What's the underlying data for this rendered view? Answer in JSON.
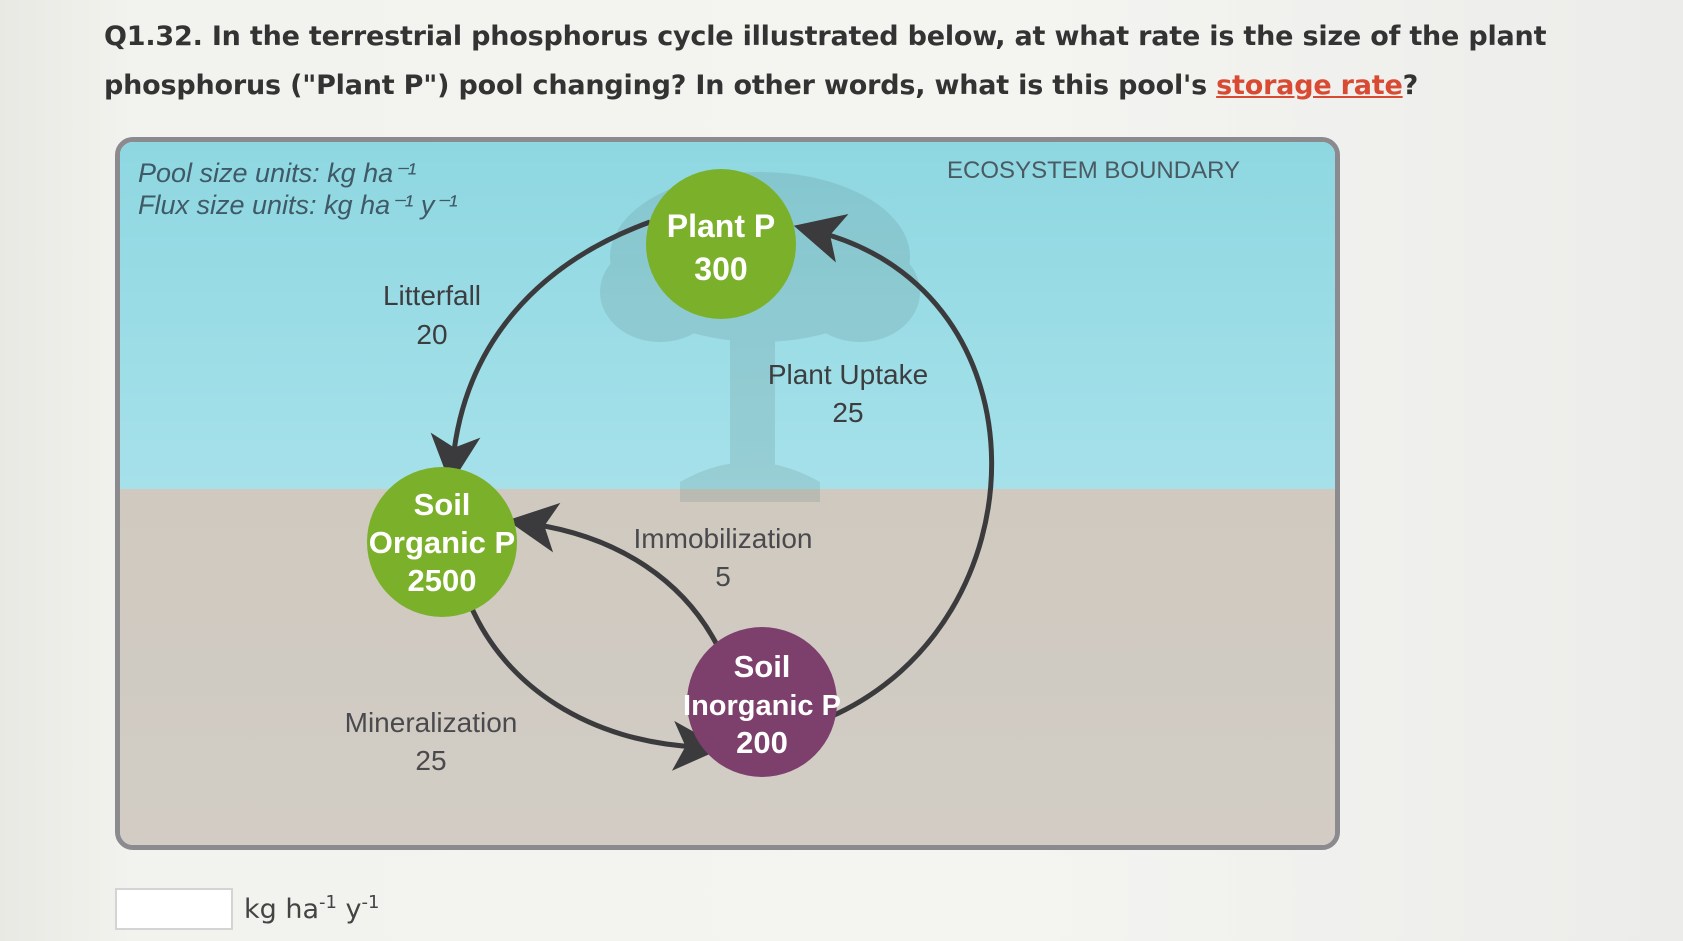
{
  "question": {
    "text_before": "Q1.32. In the terrestrial phosphorus cycle illustrated below, at what rate is the size of the plant phosphorus (\"Plant P\") pool changing? In other words, what is this pool's ",
    "link_text": "storage rate",
    "text_after": "?"
  },
  "diagram": {
    "units_pool": "Pool size units: kg ha⁻¹",
    "units_flux": "Flux size units: kg ha⁻¹ y⁻¹",
    "boundary_label": "ECOSYSTEM BOUNDARY",
    "pools": {
      "plant": {
        "name_line1": "Plant P",
        "value": "300",
        "color": "#7bb02a"
      },
      "soil_organic": {
        "name_line1": "Soil",
        "name_line2": "Organic P",
        "value": "2500",
        "color": "#7bb02a"
      },
      "soil_inorganic": {
        "name_line1": "Soil",
        "name_line2": "Inorganic P",
        "value": "200",
        "color": "#7d3f6b"
      }
    },
    "fluxes": {
      "litterfall": {
        "label": "Litterfall",
        "value": "20"
      },
      "plant_uptake": {
        "label": "Plant Uptake",
        "value": "25"
      },
      "immobilization": {
        "label": "Immobilization",
        "value": "5"
      },
      "mineralization": {
        "label": "Mineralization",
        "value": "25"
      }
    }
  },
  "answer": {
    "input_value": "",
    "unit_base": "kg ha",
    "unit_exp1": "-1",
    "unit_mid": " y",
    "unit_exp2": "-1"
  }
}
